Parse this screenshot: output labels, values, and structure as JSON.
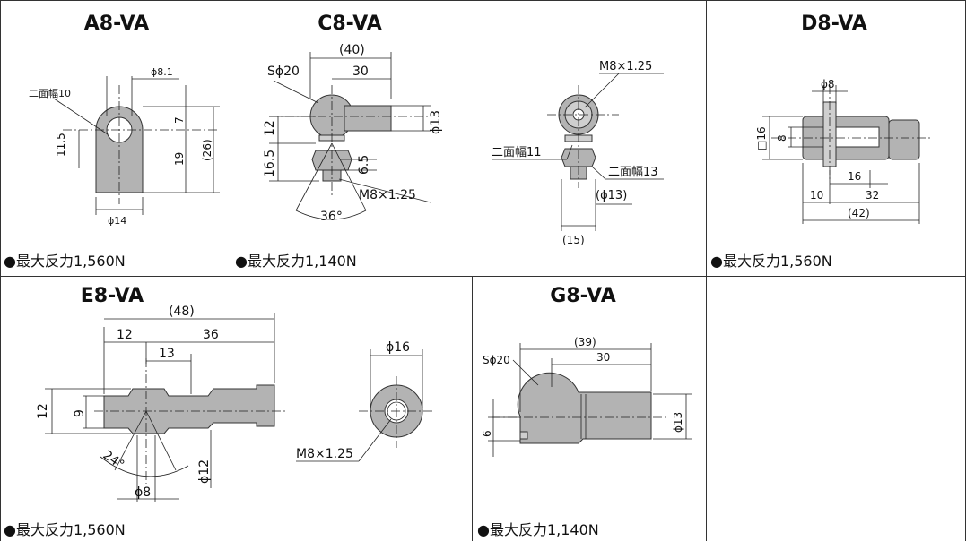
{
  "cells": [
    {
      "id": "a8",
      "title": "A8-VA",
      "reaction": "●最大反力1,560N",
      "dims": {
        "d_top": "ϕ8.1",
        "flat": "二面幅10",
        "h_left": "11.5",
        "d_bottom": "ϕ14",
        "h_top": "7",
        "h_mid": "19",
        "h_total": "(26)"
      }
    },
    {
      "id": "c8",
      "title": "C8-VA",
      "reaction": "●最大反力1,140N",
      "dims": {
        "sphere": "Sϕ20",
        "len_total": "(40)",
        "len_body": "30",
        "d_body": "ϕ13",
        "h_head": "12",
        "h_stud": "16.5",
        "h_thread": "6.5",
        "thread": "M8×1.25",
        "angle": "36°",
        "thread_side": "M8×1.25",
        "flat11": "二面幅11",
        "flat13": "二面幅13",
        "d_side": "(ϕ13)",
        "w_side": "(15)"
      }
    },
    {
      "id": "d8",
      "title": "D8-VA",
      "reaction": "●最大反力1,560N",
      "dims": {
        "d_pin": "ϕ8",
        "sq": "□16",
        "slot": "8",
        "l_a": "16",
        "l_b": "10",
        "l_c": "32",
        "l_total": "(42)"
      }
    },
    {
      "id": "e8",
      "title": "E8-VA",
      "reaction": "●最大反力1,560N",
      "dims": {
        "l_total": "(48)",
        "l_a": "12",
        "l_b": "36",
        "l_c": "13",
        "h_out": "12",
        "h_in": "9",
        "angle": "24°",
        "d_neck": "ϕ12",
        "d_pin": "ϕ8",
        "d_side": "ϕ16",
        "thread": "M8×1.25"
      }
    },
    {
      "id": "g8",
      "title": "G8-VA",
      "reaction": "●最大反力1,140N",
      "dims": {
        "sphere": "Sϕ20",
        "l_total": "(39)",
        "l_body": "30",
        "h_off": "6",
        "d_body": "ϕ13"
      }
    }
  ]
}
